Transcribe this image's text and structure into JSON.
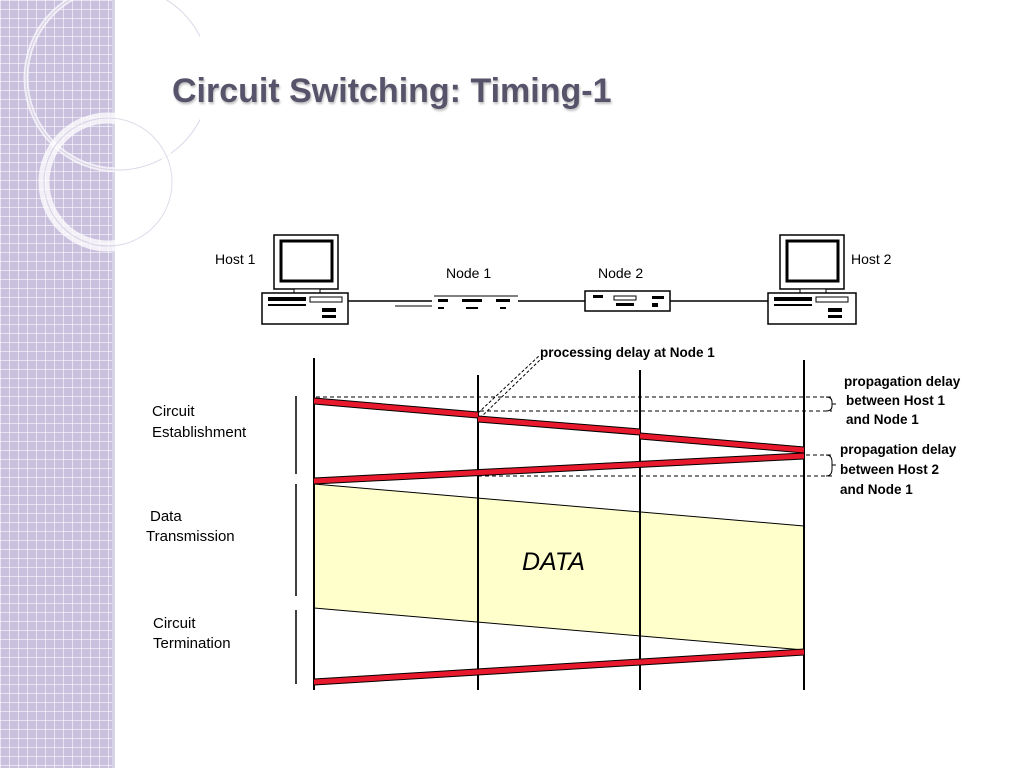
{
  "slide": {
    "title": "Circuit Switching: Timing-1"
  },
  "network": {
    "host1_label": "Host 1",
    "host2_label": "Host 2",
    "node1_label": "Node 1",
    "node2_label": "Node 2"
  },
  "phases": {
    "establishment_line1": "Circuit",
    "establishment_line2": "Establishment",
    "transmission_line1": "Data",
    "transmission_line2": "Transmission",
    "termination_line1": "Circuit",
    "termination_line2": "Termination"
  },
  "annotations": {
    "processing_delay": "processing delay at Node 1",
    "prop_delay_1_line1": "propagation delay",
    "prop_delay_1_line2": "between Host 1",
    "prop_delay_1_line3": "and Node 1",
    "prop_delay_2_line1": "propagation delay",
    "prop_delay_2_line2": "between Host 2",
    "prop_delay_2_line3": "and Node 1"
  },
  "data_block_label": "DATA",
  "colors": {
    "signal_red": "#e8192c",
    "data_fill": "#ffffcc",
    "title_gray": "#57536a",
    "sidebar_lavender": "#c9c0de"
  }
}
